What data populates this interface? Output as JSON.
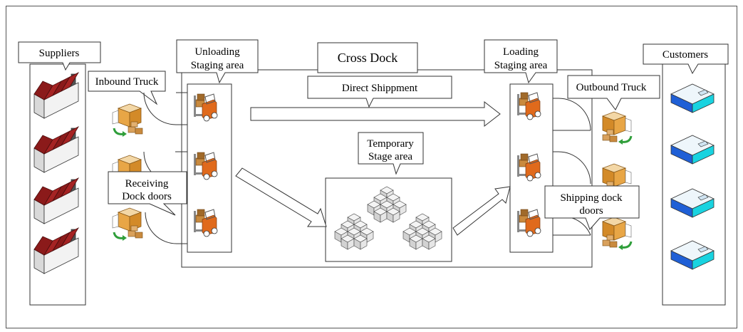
{
  "labels": {
    "suppliers": "Suppliers",
    "customers": "Customers",
    "cross_dock": "Cross Dock",
    "inbound_truck": "Inbound Truck",
    "outbound_truck": "Outbound Truck",
    "unloading_1": "Unloading",
    "unloading_2": "Staging area",
    "loading_1": "Loading",
    "loading_2": "Staging area",
    "direct_shipment": "Direct Shippment",
    "temporary_1": "Temporary",
    "temporary_2": "Stage area",
    "receiving_1": "Receiving",
    "receiving_2": "Dock doors",
    "shipping_1": "Shipping dock",
    "shipping_2": "doors"
  },
  "colors": {
    "factory_roof": "#8b1a1a",
    "warehouse_blue": "#1f5fd6",
    "warehouse_cyan": "#19d3e0",
    "truck_orange": "#e8a646",
    "forklift_orange": "#e06a1c",
    "arrow_green": "#2f9e3a"
  },
  "icons": {
    "factory": "factory-icon",
    "warehouse": "warehouse-icon",
    "truck": "truck-icon",
    "forklift": "forklift-icon",
    "boxes": "box-stack-icon"
  }
}
